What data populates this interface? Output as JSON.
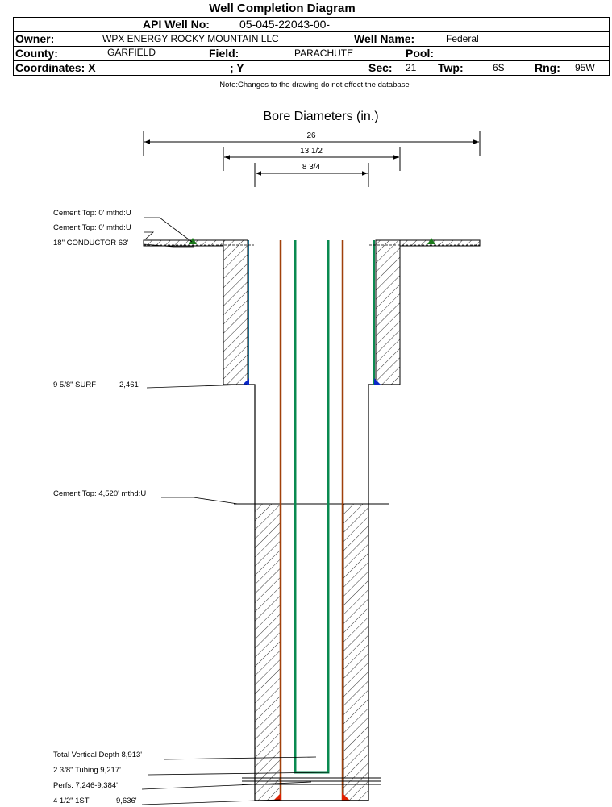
{
  "title": "Well Completion Diagram",
  "header": {
    "api_label": "API Well No:",
    "api_value": "05-045-22043-00-",
    "owner_label": "Owner:",
    "owner_value": "WPX ENERGY ROCKY MOUNTAIN LLC",
    "well_name_label": "Well Name:",
    "well_name_value": "Federal",
    "county_label": "County:",
    "county_value": "GARFIELD",
    "field_label": "Field:",
    "field_value": "PARACHUTE",
    "pool_label": "Pool:",
    "pool_value": "",
    "coord_label": "Coordinates: X",
    "y_label": "; Y",
    "sec_label": "Sec:",
    "sec_value": "21",
    "twp_label": "Twp:",
    "twp_value": "6S",
    "rng_label": "Rng:",
    "rng_value": "95W"
  },
  "note": "Note:Changes to the drawing do not effect the database",
  "diagram": {
    "title": "Bore Diameters (in.)",
    "diameters": [
      "26",
      "13 1/2",
      "8 3/4"
    ],
    "labels": {
      "cement_top_1": "Cement Top: 0' mthd:U",
      "cement_top_2": "Cement Top: 0' mthd:U",
      "conductor": "18\" CONDUCTOR  63'",
      "surf_name": "9 5/8\" SURF",
      "surf_depth": "2,461'",
      "cement_top_3": "Cement Top: 4,520' mthd:U",
      "tvd": "Total Vertical Depth 8,913'",
      "tubing": "2 3/8\" Tubing 9,217'",
      "perfs": "Perfs. 7,246-9,384'",
      "prod_name": "4 1/2\" 1ST",
      "prod_depth": "9,636'"
    },
    "colors": {
      "production_casing": "#a0400a",
      "tubing": "#0a8a50",
      "surface_casing": "#1a6a8a",
      "shoe_blue": "#0a28c8",
      "shoe_red": "#e02000",
      "ground_marker": "#1a7a1a"
    }
  }
}
